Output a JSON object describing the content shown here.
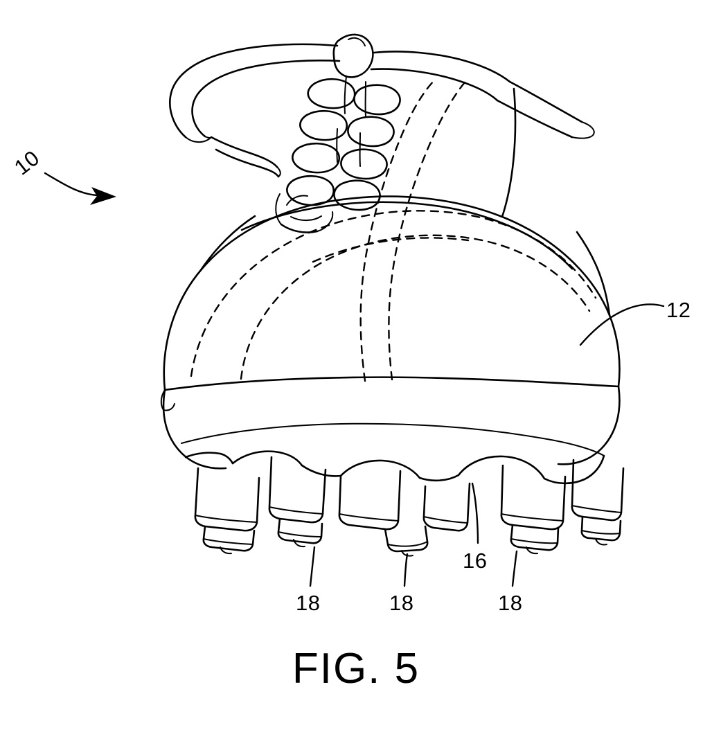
{
  "figure": {
    "caption": "FIG. 5",
    "type": "patent-drawing",
    "subject": "athletic shoe with cleated outsole, front perspective view",
    "background_color": "#ffffff",
    "line_color": "#000000"
  },
  "reference_numerals": [
    {
      "id": "10",
      "label": "10",
      "points_to": "shoe assembly (overall)",
      "leader": "arrow pointing right-down toward shoe"
    },
    {
      "id": "12",
      "label": "12",
      "points_to": "upper / toe box",
      "leader": "curved line to upper surface"
    },
    {
      "id": "16",
      "label": "16",
      "points_to": "outsole / sole plate",
      "leader": "line to sole edge"
    },
    {
      "id": "18a",
      "label": "18",
      "points_to": "cleat element (left)",
      "leader": "line to left cleat"
    },
    {
      "id": "18b",
      "label": "18",
      "points_to": "cleat element (center)",
      "leader": "line to center cleat"
    },
    {
      "id": "18c",
      "label": "18",
      "points_to": "cleat element (right)",
      "leader": "line to right cleat"
    }
  ]
}
